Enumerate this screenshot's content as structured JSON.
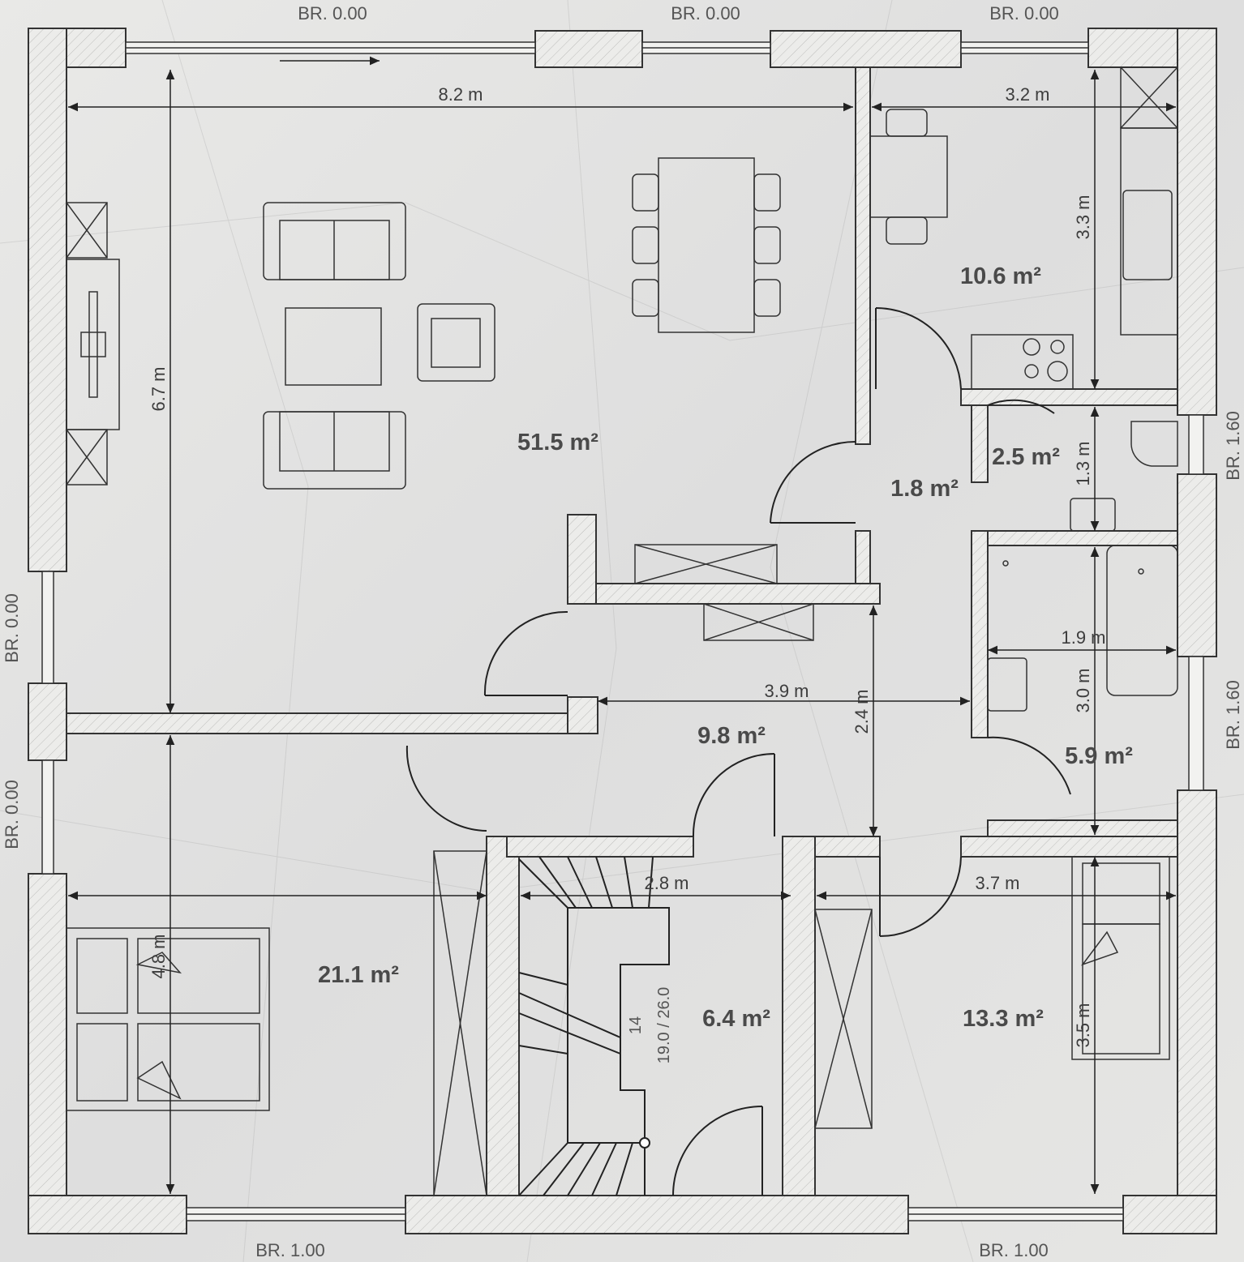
{
  "areas": {
    "living": "51.5 m²",
    "kitchen": "10.6 m²",
    "wc": "2.5 m²",
    "hall_small": "1.8 m²",
    "hall": "9.8 m²",
    "bath": "5.9 m²",
    "bedroom": "21.1 m²",
    "stair_room": "6.4 m²",
    "room_right": "13.3 m²"
  },
  "dimensions": {
    "living_width": "8.2 m",
    "living_depth": "6.7 m",
    "kitchen_width": "3.2 m",
    "kitchen_depth": "3.3 m",
    "wc_depth": "1.3 m",
    "bath_width": "1.9 m",
    "bath_depth": "3.0 m",
    "hall_width": "3.9 m",
    "hall_depth": "2.4 m",
    "bedroom_depth": "4.8 m",
    "stair_width": "2.8 m",
    "room_right_width": "3.7 m",
    "room_right_depth": "3.5 m"
  },
  "window_labels": {
    "top_left": "BR. 0.00",
    "top_mid": "BR. 0.00",
    "top_right": "BR. 0.00",
    "left_upper": "BR. 0.00",
    "left_lower": "BR. 0.00",
    "right_upper": "BR. 1.60",
    "right_lower": "BR. 1.60",
    "bottom_left": "BR. 1.00",
    "bottom_right": "BR. 1.00"
  },
  "stair": {
    "steps": "14",
    "ratio": "19.0 / 26.0"
  }
}
